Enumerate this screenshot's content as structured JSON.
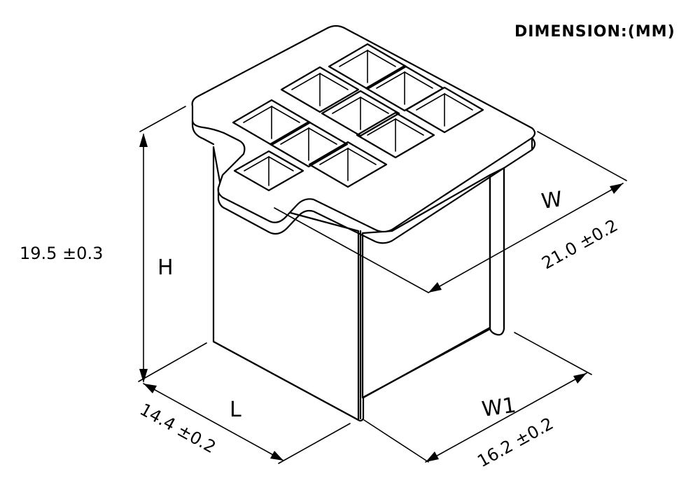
{
  "header": {
    "units_label": "DIMENSION:(MM)"
  },
  "labels": {
    "height": "H",
    "length": "L",
    "width": "W",
    "width1": "W1"
  },
  "dimensions": {
    "height_value": "19.5 ±0.3",
    "length_value": "14.4 ±0.2",
    "width_value": "21.0 ±0.2",
    "width1_value": "16.2 ±0.2"
  }
}
